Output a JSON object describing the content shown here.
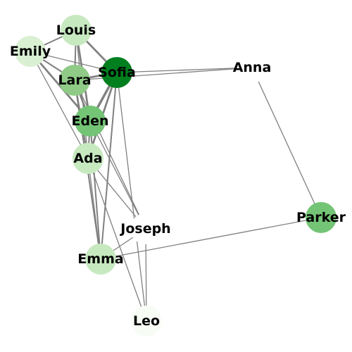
{
  "graph": {
    "nodes": [
      {
        "id": "louis",
        "label": "Louis",
        "color": "#c7e9c0"
      },
      {
        "id": "emily",
        "label": "Emily",
        "color": "#d9f0d3"
      },
      {
        "id": "lara",
        "label": "Lara",
        "color": "#8fcb87"
      },
      {
        "id": "sofia",
        "label": "Sofia",
        "color": "#007f1f"
      },
      {
        "id": "anna",
        "label": "Anna",
        "color": "#ffffff"
      },
      {
        "id": "eden",
        "label": "Eden",
        "color": "#74c476"
      },
      {
        "id": "ada",
        "label": "Ada",
        "color": "#c7e9c0"
      },
      {
        "id": "parker",
        "label": "Parker",
        "color": "#74c476"
      },
      {
        "id": "joseph",
        "label": "Joseph",
        "color": "#ffffff"
      },
      {
        "id": "emma",
        "label": "Emma",
        "color": "#c7e9c0"
      },
      {
        "id": "leo",
        "label": "Leo",
        "color": "#f7fcf5"
      }
    ],
    "edges": [
      {
        "source": "louis",
        "target": "sofia",
        "weight": 3
      },
      {
        "source": "louis",
        "target": "lara",
        "weight": 2
      },
      {
        "source": "louis",
        "target": "eden",
        "weight": 3
      },
      {
        "source": "louis",
        "target": "ada",
        "weight": 1
      },
      {
        "source": "louis",
        "target": "emily",
        "weight": 2
      },
      {
        "source": "emily",
        "target": "sofia",
        "weight": 1
      },
      {
        "source": "emily",
        "target": "lara",
        "weight": 2
      },
      {
        "source": "emily",
        "target": "eden",
        "weight": 3
      },
      {
        "source": "emily",
        "target": "ada",
        "weight": 1
      },
      {
        "source": "lara",
        "target": "sofia",
        "weight": 3
      },
      {
        "source": "lara",
        "target": "eden",
        "weight": 3
      },
      {
        "source": "lara",
        "target": "ada",
        "weight": 2
      },
      {
        "source": "lara",
        "target": "emma",
        "weight": 2
      },
      {
        "source": "lara",
        "target": "joseph",
        "weight": 1
      },
      {
        "source": "sofia",
        "target": "anna",
        "weight": 1
      },
      {
        "source": "sofia",
        "target": "eden",
        "weight": 4
      },
      {
        "source": "sofia",
        "target": "ada",
        "weight": 3
      },
      {
        "source": "sofia",
        "target": "emma",
        "weight": 2
      },
      {
        "source": "sofia",
        "target": "leo",
        "weight": 1
      },
      {
        "source": "lara",
        "target": "anna",
        "weight": 1
      },
      {
        "source": "anna",
        "target": "parker",
        "weight": 1
      },
      {
        "source": "eden",
        "target": "ada",
        "weight": 2
      },
      {
        "source": "eden",
        "target": "emma",
        "weight": 2
      },
      {
        "source": "eden",
        "target": "joseph",
        "weight": 1
      },
      {
        "source": "ada",
        "target": "emma",
        "weight": 1
      },
      {
        "source": "ada",
        "target": "leo",
        "weight": 1
      },
      {
        "source": "ada",
        "target": "joseph",
        "weight": 1
      },
      {
        "source": "joseph",
        "target": "emma",
        "weight": 1
      },
      {
        "source": "joseph",
        "target": "leo",
        "weight": 1
      },
      {
        "source": "emma",
        "target": "parker",
        "weight": 1
      }
    ]
  }
}
